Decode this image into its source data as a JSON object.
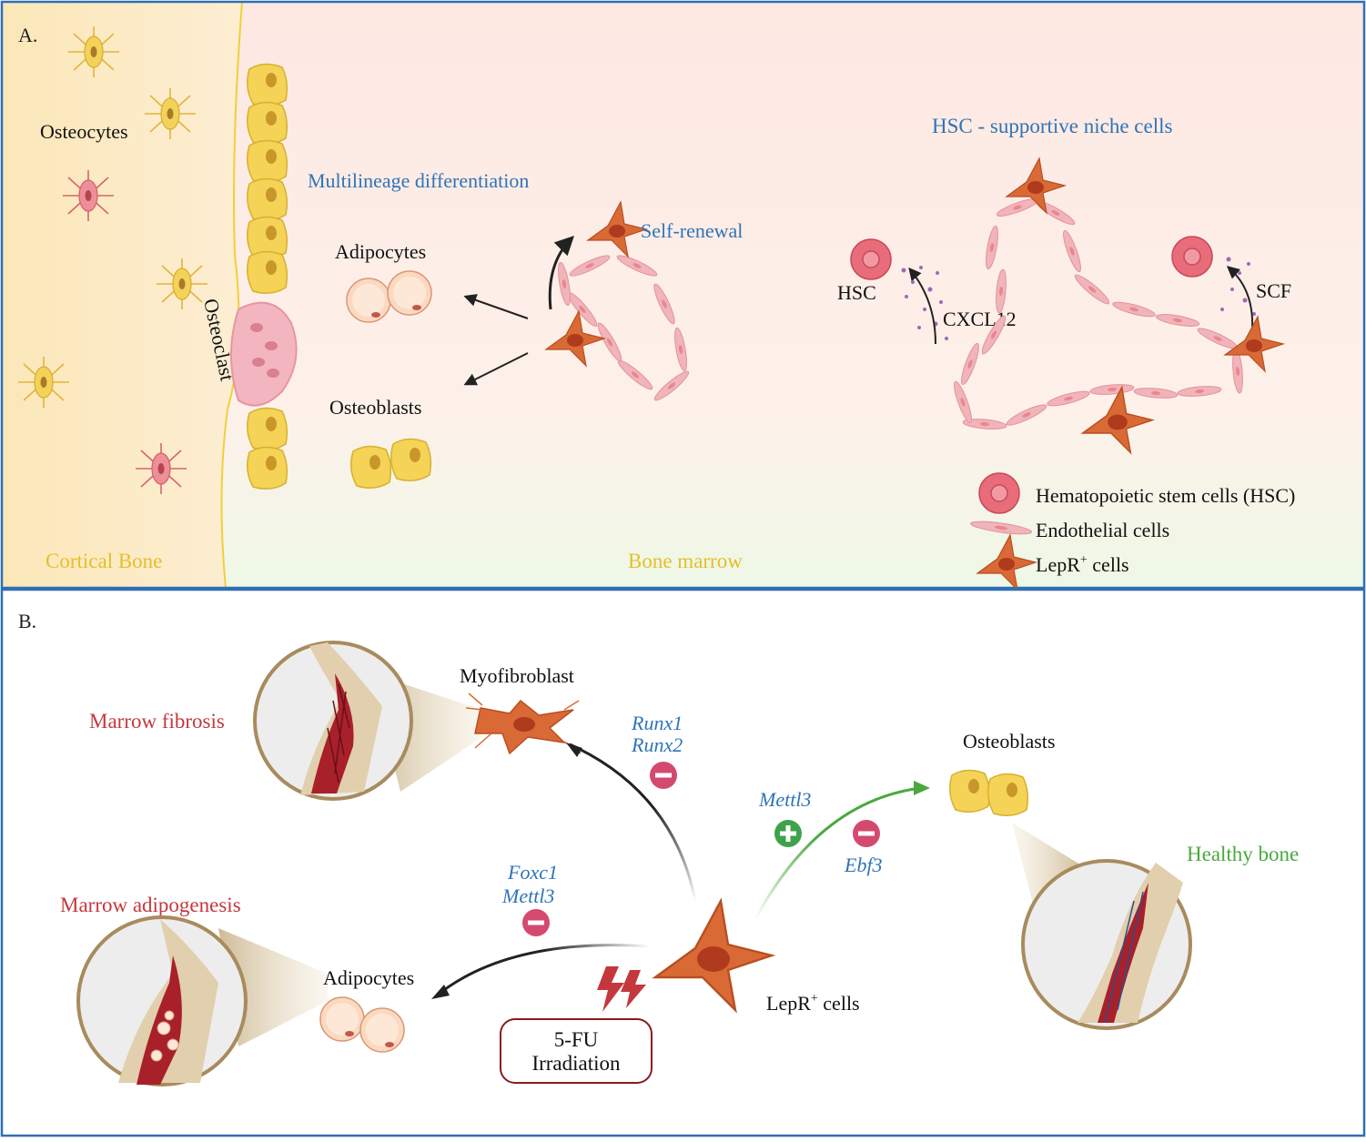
{
  "colors": {
    "frame": "#2f6fb5",
    "blue_text": "#2f74b8",
    "red_text": "#c4383d",
    "green_text": "#4aa83e",
    "yellow_text": "#e5bf2a",
    "lepr_cell": "#d96a35",
    "hsc": "#e86c7a",
    "endothelial": "#f0b4ba",
    "osteoblast": "#f4d356",
    "adipocyte": "#fbd9c0",
    "osteoclast": "#f3b6c0",
    "minus": "#d44a6e",
    "plus": "#3fa24a"
  },
  "panel_a": {
    "label": "A.",
    "osteocytes": "Osteocytes",
    "osteoclast": "Osteoclast",
    "multilineage": "Multilineage differentiation",
    "adipocytes": "Adipocytes",
    "osteoblasts": "Osteoblasts",
    "self_renewal": "Self-renewal",
    "niche_title": "HSC - supportive niche cells",
    "hsc": "HSC",
    "cxcl12": "CXCL12",
    "scf": "SCF",
    "cortical_bone": "Cortical Bone",
    "bone_marrow": "Bone marrow",
    "legend": {
      "hsc": "Hematopoietic stem cells (HSC)",
      "endothelial": "Endothelial cells",
      "lepr_prefix": "LepR",
      "lepr_sup": "+",
      "lepr_suffix": " cells"
    }
  },
  "panel_b": {
    "label": "B.",
    "myofibroblast": "Myofibroblast",
    "marrow_fibrosis": "Marrow fibrosis",
    "runx1": "Runx1",
    "runx2": "Runx2",
    "mettl3_osteo": "Mettl3",
    "ebf3": "Ebf3",
    "osteoblasts": "Osteoblasts",
    "healthy_bone": "Healthy bone",
    "foxc1": "Foxc1",
    "mettl3_adipo": "Mettl3",
    "marrow_adipogenesis": "Marrow adipogenesis",
    "adipocytes": "Adipocytes",
    "lepr_prefix": "LepR",
    "lepr_sup": "+",
    "lepr_suffix": " cells",
    "fu": "5-FU",
    "irradiation": "Irradiation"
  }
}
